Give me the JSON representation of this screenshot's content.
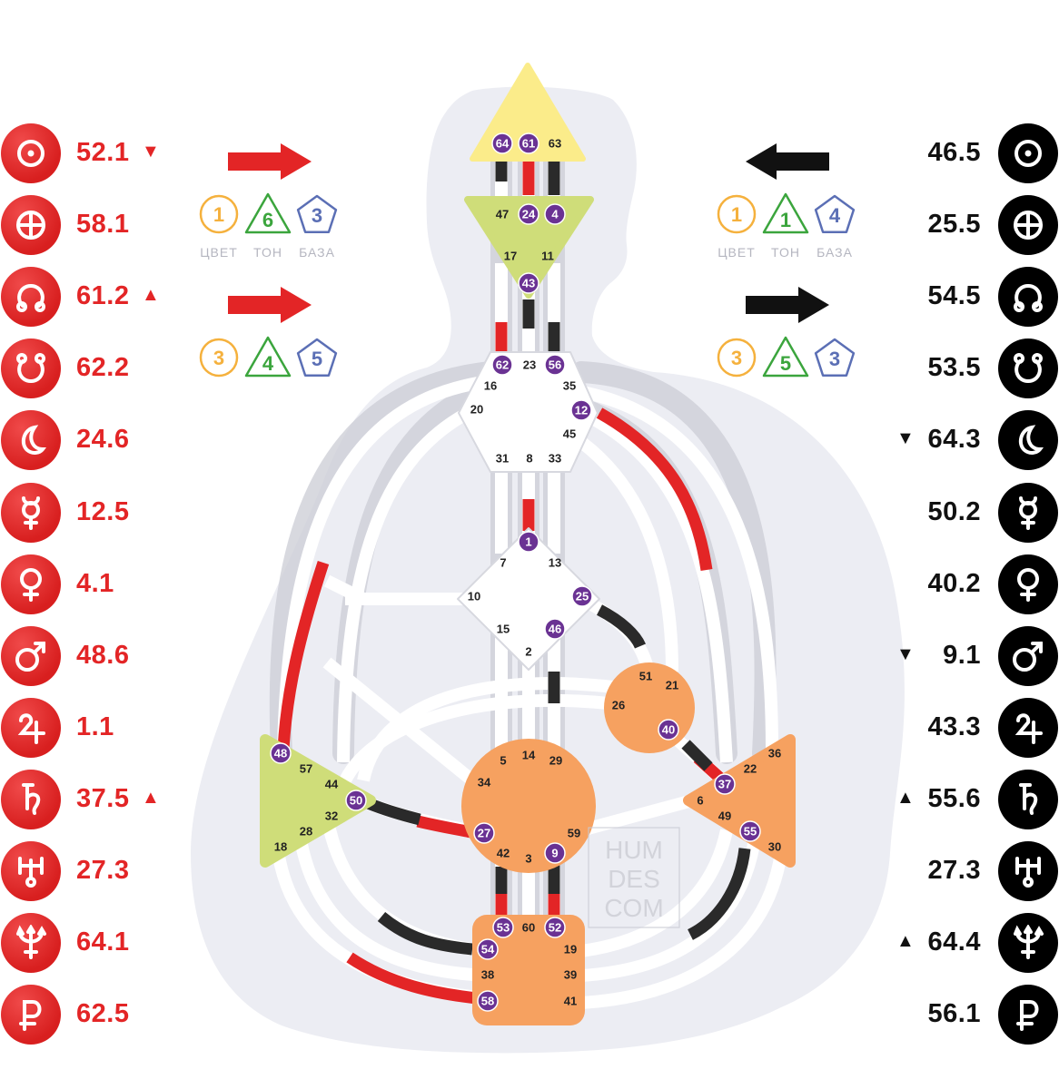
{
  "watermark": [
    "HUM",
    "DES",
    "COM"
  ],
  "accent": {
    "red": "#e32526",
    "black": "#000000",
    "orange": "#f6a160",
    "green": "#cfdd79",
    "yellow": "#fbec8a",
    "purple": "#6a3293"
  },
  "variables": {
    "labels": [
      "ЦВЕТ",
      "ТОН",
      "БАЗА"
    ],
    "left_top": {
      "arrow": "right",
      "color": "1",
      "tone": "6",
      "base": "3"
    },
    "left_bottom": {
      "arrow": "right",
      "color": "3",
      "tone": "4",
      "base": "5"
    },
    "right_top": {
      "arrow": "left",
      "color": "1",
      "tone": "1",
      "base": "4"
    },
    "right_bottom": {
      "arrow": "right",
      "color": "3",
      "tone": "5",
      "base": "3"
    }
  },
  "design": [
    {
      "icon": "sun-icon",
      "value": "52.1",
      "mark": "▼"
    },
    {
      "icon": "earth-icon",
      "value": "58.1",
      "mark": ""
    },
    {
      "icon": "north-node-icon",
      "value": "61.2",
      "mark": "▲"
    },
    {
      "icon": "south-node-icon",
      "value": "62.2",
      "mark": ""
    },
    {
      "icon": "moon-icon",
      "value": "24.6",
      "mark": ""
    },
    {
      "icon": "mercury-icon",
      "value": "12.5",
      "mark": ""
    },
    {
      "icon": "venus-icon",
      "value": "4.1",
      "mark": ""
    },
    {
      "icon": "mars-icon",
      "value": "48.6",
      "mark": ""
    },
    {
      "icon": "jupiter-icon",
      "value": "1.1",
      "mark": ""
    },
    {
      "icon": "saturn-icon",
      "value": "37.5",
      "mark": "▲"
    },
    {
      "icon": "uranus-icon",
      "value": "27.3",
      "mark": ""
    },
    {
      "icon": "neptune-icon",
      "value": "64.1",
      "mark": ""
    },
    {
      "icon": "pluto-icon",
      "value": "62.5",
      "mark": ""
    }
  ],
  "personality": [
    {
      "icon": "sun-icon",
      "value": "46.5",
      "mark": ""
    },
    {
      "icon": "earth-icon",
      "value": "25.5",
      "mark": ""
    },
    {
      "icon": "north-node-icon",
      "value": "54.5",
      "mark": ""
    },
    {
      "icon": "south-node-icon",
      "value": "53.5",
      "mark": ""
    },
    {
      "icon": "moon-icon",
      "value": "64.3",
      "mark": "▼"
    },
    {
      "icon": "mercury-icon",
      "value": "50.2",
      "mark": ""
    },
    {
      "icon": "venus-icon",
      "value": "40.2",
      "mark": ""
    },
    {
      "icon": "mars-icon",
      "value": "9.1",
      "mark": "▼"
    },
    {
      "icon": "jupiter-icon",
      "value": "43.3",
      "mark": ""
    },
    {
      "icon": "saturn-icon",
      "value": "55.6",
      "mark": "▲"
    },
    {
      "icon": "uranus-icon",
      "value": "27.3",
      "mark": ""
    },
    {
      "icon": "neptune-icon",
      "value": "64.4",
      "mark": "▲"
    },
    {
      "icon": "pluto-icon",
      "value": "56.1",
      "mark": ""
    }
  ],
  "centers": {
    "head": [
      {
        "gate": "64",
        "active": true
      },
      {
        "gate": "61",
        "active": true
      },
      {
        "gate": "63",
        "active": false
      }
    ],
    "ajna": [
      {
        "gate": "47",
        "active": false
      },
      {
        "gate": "24",
        "active": true
      },
      {
        "gate": "4",
        "active": true
      },
      {
        "gate": "17",
        "active": false
      },
      {
        "gate": "11",
        "active": false
      },
      {
        "gate": "43",
        "active": true
      }
    ],
    "throat": [
      {
        "gate": "62",
        "active": true
      },
      {
        "gate": "23",
        "active": false
      },
      {
        "gate": "56",
        "active": true
      },
      {
        "gate": "16",
        "active": false
      },
      {
        "gate": "35",
        "active": false
      },
      {
        "gate": "20",
        "active": false
      },
      {
        "gate": "12",
        "active": true
      },
      {
        "gate": "45",
        "active": false
      },
      {
        "gate": "31",
        "active": false
      },
      {
        "gate": "8",
        "active": false
      },
      {
        "gate": "33",
        "active": false
      }
    ],
    "g": [
      {
        "gate": "1",
        "active": true
      },
      {
        "gate": "7",
        "active": false
      },
      {
        "gate": "13",
        "active": false
      },
      {
        "gate": "10",
        "active": false
      },
      {
        "gate": "25",
        "active": true
      },
      {
        "gate": "15",
        "active": false
      },
      {
        "gate": "46",
        "active": true
      },
      {
        "gate": "2",
        "active": false
      }
    ],
    "heart": [
      {
        "gate": "51",
        "active": false
      },
      {
        "gate": "21",
        "active": false
      },
      {
        "gate": "26",
        "active": false
      },
      {
        "gate": "40",
        "active": true
      }
    ],
    "spleen": [
      {
        "gate": "48",
        "active": true
      },
      {
        "gate": "57",
        "active": false
      },
      {
        "gate": "44",
        "active": false
      },
      {
        "gate": "50",
        "active": true
      },
      {
        "gate": "32",
        "active": false
      },
      {
        "gate": "28",
        "active": false
      },
      {
        "gate": "18",
        "active": false
      }
    ],
    "sacral": [
      {
        "gate": "5",
        "active": false
      },
      {
        "gate": "14",
        "active": false
      },
      {
        "gate": "29",
        "active": false
      },
      {
        "gate": "34",
        "active": false
      },
      {
        "gate": "27",
        "active": true
      },
      {
        "gate": "59",
        "active": false
      },
      {
        "gate": "42",
        "active": false
      },
      {
        "gate": "3",
        "active": false
      },
      {
        "gate": "9",
        "active": true
      }
    ],
    "solar_plexus": [
      {
        "gate": "36",
        "active": false
      },
      {
        "gate": "22",
        "active": false
      },
      {
        "gate": "37",
        "active": true
      },
      {
        "gate": "6",
        "active": false
      },
      {
        "gate": "49",
        "active": false
      },
      {
        "gate": "55",
        "active": true
      },
      {
        "gate": "30",
        "active": false
      }
    ],
    "root": [
      {
        "gate": "53",
        "active": true
      },
      {
        "gate": "60",
        "active": false
      },
      {
        "gate": "52",
        "active": true
      },
      {
        "gate": "54",
        "active": true
      },
      {
        "gate": "19",
        "active": false
      },
      {
        "gate": "38",
        "active": false
      },
      {
        "gate": "39",
        "active": false
      },
      {
        "gate": "58",
        "active": true
      },
      {
        "gate": "41",
        "active": false
      }
    ]
  }
}
